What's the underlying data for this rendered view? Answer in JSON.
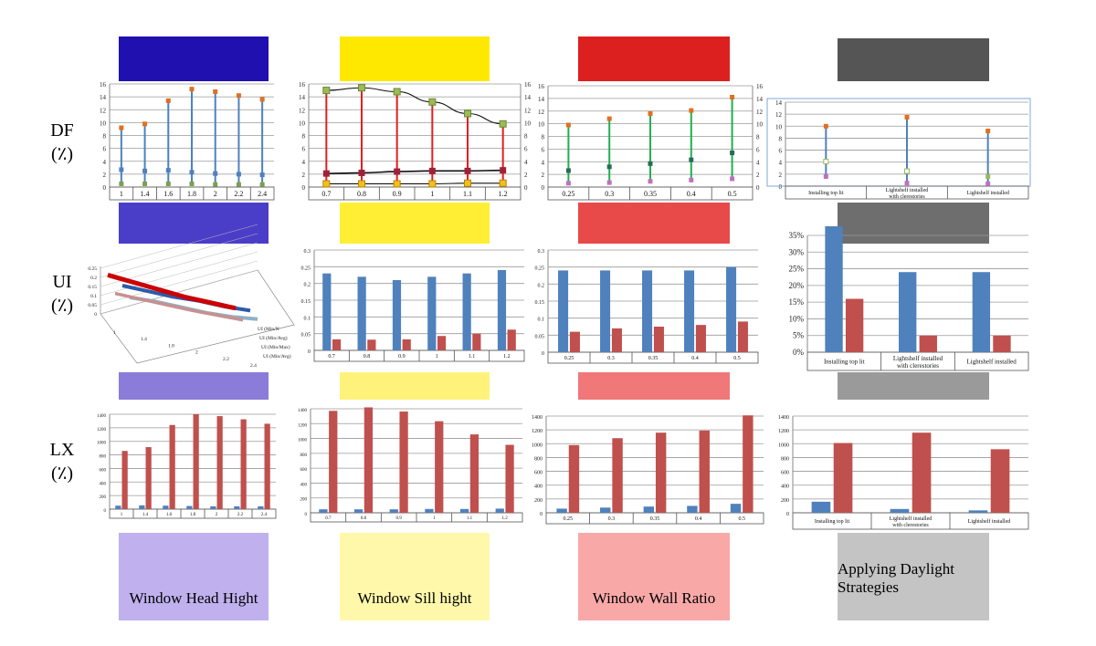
{
  "row_labels": {
    "df": [
      "DF",
      "(٪)"
    ],
    "ui": [
      "UI",
      "(٪)"
    ],
    "lx": [
      "LX",
      "(٪)"
    ]
  },
  "columns": [
    {
      "title": "Window Head Hight",
      "colors": [
        "#2010b0",
        "#4a3ec8",
        "#8a7cd8",
        "#c0b0ee"
      ]
    },
    {
      "title": "Window Sill hight",
      "colors": [
        "#ffe800",
        "#ffee33",
        "#fff27a",
        "#fff8aa"
      ]
    },
    {
      "title": "Window Wall Ratio",
      "colors": [
        "#dc2020",
        "#e84a4a",
        "#f07878",
        "#f9a8a8"
      ]
    },
    {
      "title": "Applying Daylight Strategies",
      "colors": [
        "#555555",
        "#6e6e6e",
        "#9a9a9a",
        "#c4c4c4"
      ]
    }
  ],
  "series_colors": {
    "blue": "#4f81bd",
    "red": "#c0504d",
    "green": "#9bbb59",
    "darkred": "#a0203a",
    "orange": "#e07020"
  },
  "chart_data": [
    {
      "id": "df-head",
      "type": "scatter",
      "categories": [
        "1",
        "1.4",
        "1.6",
        "1.8",
        "2",
        "2.2",
        "2.4"
      ],
      "ylim": [
        0,
        16
      ],
      "yticks": [
        0,
        2,
        4,
        6,
        8,
        10,
        12,
        14,
        16
      ],
      "series": [
        {
          "values": [
            9.2,
            9.8,
            13.4,
            15.2,
            14.8,
            14.2,
            13.6
          ]
        },
        {
          "values": [
            2.7,
            2.5,
            2.6,
            2.3,
            2.1,
            2.0,
            1.9
          ]
        },
        {
          "values": [
            0.5,
            0.5,
            0.5,
            0.5,
            0.4,
            0.4,
            0.4
          ]
        }
      ]
    },
    {
      "id": "df-sill",
      "type": "scatter",
      "categories": [
        "0.7",
        "0.8",
        "0.9",
        "1",
        "1.1",
        "1.2"
      ],
      "ylim": [
        0,
        16
      ],
      "yticks": [
        0,
        2,
        4,
        6,
        8,
        10,
        12,
        14,
        16
      ],
      "series": [
        {
          "values": [
            15.0,
            15.4,
            14.8,
            13.2,
            11.4,
            9.8
          ]
        },
        {
          "values": [
            2.1,
            2.2,
            2.4,
            2.5,
            2.5,
            2.6
          ]
        },
        {
          "values": [
            0.5,
            0.5,
            0.5,
            0.5,
            0.6,
            0.6
          ]
        }
      ]
    },
    {
      "id": "df-wwr",
      "type": "scatter",
      "categories": [
        "0.25",
        "0.3",
        "0.35",
        "0.4",
        "0.5"
      ],
      "ylim": [
        0,
        16
      ],
      "yticks": [
        0,
        2,
        4,
        6,
        8,
        10,
        12,
        14,
        16
      ],
      "series": [
        {
          "values": [
            9.8,
            10.8,
            11.6,
            12.1,
            14.2
          ]
        },
        {
          "values": [
            2.6,
            3.2,
            3.7,
            4.3,
            5.4
          ]
        },
        {
          "values": [
            0.6,
            0.7,
            0.9,
            1.1,
            1.3
          ]
        }
      ]
    },
    {
      "id": "df-strat",
      "type": "scatter",
      "categories": [
        "Installing top lit",
        "Lightshelf installed with clerestories",
        "Lightshelf installed"
      ],
      "ylim": [
        0,
        14
      ],
      "yticks": [
        0,
        2,
        4,
        6,
        8,
        10,
        12,
        14
      ],
      "series": [
        {
          "values": [
            10.0,
            11.5,
            9.2
          ]
        },
        {
          "values": [
            4.1,
            2.5,
            1.6
          ]
        },
        {
          "values": [
            1.6,
            0.5,
            0.4
          ]
        }
      ]
    },
    {
      "id": "ui-head",
      "type": "line",
      "categories": [
        "1",
        "1.4",
        "1.8",
        "2",
        "2.2",
        "2.4"
      ],
      "yticks": [
        0,
        0.05,
        0.1,
        0.15,
        0.2,
        0.25
      ],
      "series": [
        {
          "name": "UI (Min/Avg)",
          "values": [
            0.12,
            0.1,
            0.08,
            0.06,
            0.05,
            0.04
          ]
        },
        {
          "name": "UI (Min/Max)",
          "values": [
            0.08,
            0.07,
            0.06,
            0.05,
            0.045,
            0.04
          ]
        },
        {
          "name": "UI (Min/Avg)",
          "values": [
            0.2,
            0.19,
            0.18,
            0.18,
            0.17,
            0.17
          ]
        },
        {
          "name": "UI (Min/N",
          "values": [
            0.2,
            0.2,
            0.19,
            0.18,
            0.18,
            0.19
          ]
        }
      ]
    },
    {
      "id": "ui-sill",
      "type": "bar",
      "categories": [
        "0.7",
        "0.8",
        "0.9",
        "1",
        "1.1",
        "1.2"
      ],
      "ylim": [
        0,
        0.3
      ],
      "yticks": [
        "0",
        "0.05",
        "0.1",
        "0.15",
        "0.2",
        "0.25",
        "0.3"
      ],
      "series": [
        {
          "values": [
            0.23,
            0.22,
            0.21,
            0.22,
            0.23,
            0.24
          ]
        },
        {
          "values": [
            0.033,
            0.032,
            0.033,
            0.043,
            0.05,
            0.062
          ]
        }
      ]
    },
    {
      "id": "ui-wwr",
      "type": "bar",
      "categories": [
        "0.25",
        "0.3",
        "0.35",
        "0.4",
        "0.5"
      ],
      "ylim": [
        0,
        0.3
      ],
      "yticks": [
        "0",
        "0.05",
        "0.1",
        "0.15",
        "0.2",
        "0.25",
        "0.3"
      ],
      "series": [
        {
          "values": [
            0.24,
            0.24,
            0.24,
            0.24,
            0.25
          ]
        },
        {
          "values": [
            0.06,
            0.07,
            0.075,
            0.08,
            0.09
          ]
        }
      ]
    },
    {
      "id": "ui-strat",
      "type": "bar",
      "categories": [
        "Installing top lit",
        "Lightshelf installed with clerestories",
        "Lightshelf installed"
      ],
      "ylim": [
        0,
        0.35
      ],
      "yticks": [
        "0%",
        "5%",
        "10%",
        "15%",
        "20%",
        "25%",
        "30%",
        "35%"
      ],
      "series": [
        {
          "values": [
            0.39,
            0.24,
            0.24
          ]
        },
        {
          "values": [
            0.16,
            0.05,
            0.05
          ]
        }
      ]
    },
    {
      "id": "lx-head",
      "type": "bar",
      "categories": [
        "1",
        "1.4",
        "1.6",
        "1.8",
        "2",
        "2.2",
        "2.4"
      ],
      "ylim": [
        0,
        1500
      ],
      "yticks": [
        "0",
        "200",
        "400",
        "600",
        "800",
        "1000",
        "1200",
        "1400"
      ],
      "series": [
        {
          "values": [
            55,
            60,
            55,
            50,
            45,
            45,
            45
          ]
        },
        {
          "values": [
            920,
            980,
            1330,
            1500,
            1470,
            1420,
            1350
          ]
        }
      ]
    },
    {
      "id": "lx-sill",
      "type": "bar",
      "categories": [
        "0.7",
        "0.8",
        "0.9",
        "1",
        "1.1",
        "1.2"
      ],
      "ylim": [
        0,
        1500
      ],
      "yticks": [
        "0",
        "200",
        "400",
        "600",
        "800",
        "1000",
        "1200",
        "1400"
      ],
      "series": [
        {
          "values": [
            50,
            50,
            50,
            55,
            55,
            60
          ]
        },
        {
          "values": [
            1470,
            1520,
            1460,
            1320,
            1130,
            980
          ]
        }
      ]
    },
    {
      "id": "lx-wwr",
      "type": "bar",
      "categories": [
        "0.25",
        "0.3",
        "0.35",
        "0.4",
        "0.5"
      ],
      "ylim": [
        0,
        1400
      ],
      "yticks": [
        "0",
        "200",
        "400",
        "600",
        "800",
        "1000",
        "1200",
        "1400"
      ],
      "series": [
        {
          "values": [
            60,
            75,
            90,
            100,
            130
          ]
        },
        {
          "values": [
            980,
            1080,
            1160,
            1190,
            1410
          ]
        }
      ]
    },
    {
      "id": "lx-strat",
      "type": "bar",
      "categories": [
        "Installing top lit",
        "Lightshelf installed with clerestories",
        "Lightshelf installed"
      ],
      "ylim": [
        0,
        1400
      ],
      "yticks": [
        "0",
        "200",
        "400",
        "600",
        "800",
        "1000",
        "1200",
        "1400"
      ],
      "series": [
        {
          "values": [
            160,
            55,
            35
          ]
        },
        {
          "values": [
            1010,
            1160,
            920
          ]
        }
      ]
    }
  ]
}
